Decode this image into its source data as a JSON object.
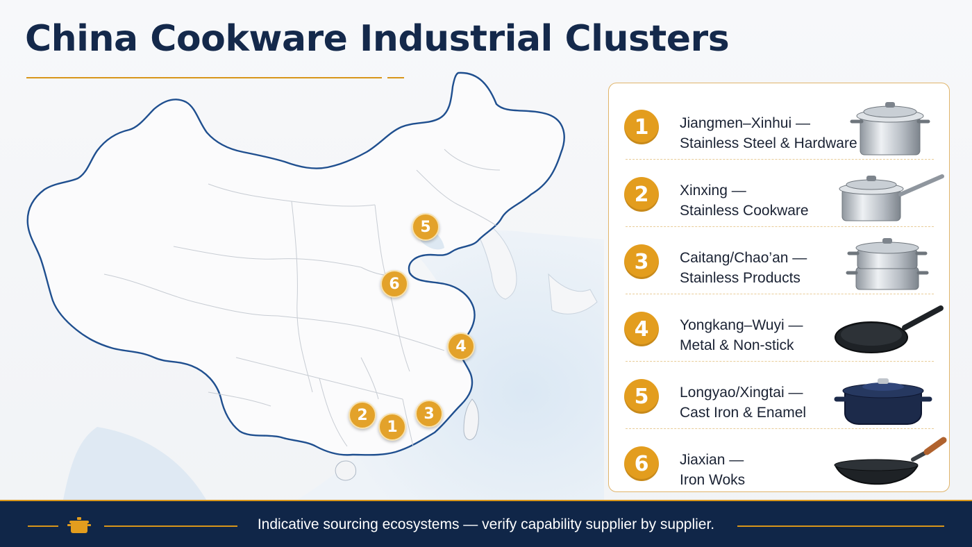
{
  "title": "China Cookware Industrial Clusters",
  "accent_color": "#e39d1e",
  "navy_color": "#14294b",
  "map": {
    "markers": [
      {
        "label": "1"
      },
      {
        "label": "2"
      },
      {
        "label": "3"
      },
      {
        "label": "4"
      },
      {
        "label": "5"
      },
      {
        "label": "6"
      }
    ]
  },
  "clusters": [
    {
      "number": "1",
      "name": "Jiangmen–Xinhui —",
      "specialty": "Stainless Steel & Hardware",
      "icon": "stockpot-icon"
    },
    {
      "number": "2",
      "name": "Xinxing —",
      "specialty": "Stainless Cookware",
      "icon": "saucepan-icon"
    },
    {
      "number": "3",
      "name": "Caitang/Chao’an —",
      "specialty": "Stainless Products",
      "icon": "steamer-icon"
    },
    {
      "number": "4",
      "name": "Yongkang–Wuyi —",
      "specialty": "Metal & Non-stick",
      "icon": "frying-pan-icon"
    },
    {
      "number": "5",
      "name": "Longyao/Xingtai —",
      "specialty": "Cast Iron & Enamel",
      "icon": "dutch-oven-icon"
    },
    {
      "number": "6",
      "name": "Jiaxian —",
      "specialty": "Iron Woks",
      "icon": "wok-icon"
    }
  ],
  "footer": {
    "text": "Indicative sourcing ecosystems — verify capability supplier by supplier.",
    "icon": "pot-icon"
  }
}
